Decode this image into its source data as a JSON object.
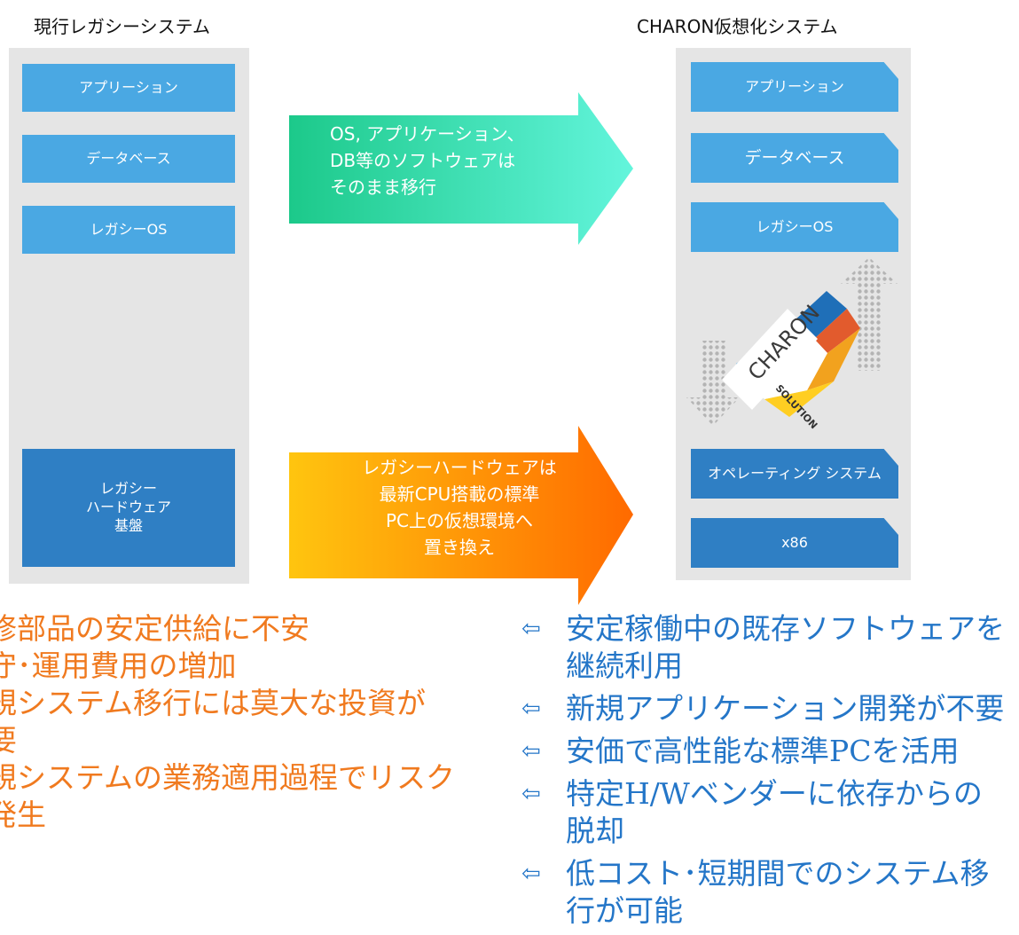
{
  "left_system": {
    "title": "現行レガシーシステム",
    "layers": {
      "application": "アプリーション",
      "database": "データベース",
      "legacy_os": "レガシーOS",
      "legacy_hw": "レガシー\nハードウェア\n基盤"
    }
  },
  "right_system": {
    "title": "CHARON仮想化システム",
    "layers": {
      "application": "アプリーション",
      "database": "データベース",
      "legacy_os": "レガシーOS",
      "operating_system": "オペレーティング システム",
      "x86": "x86"
    },
    "logo": {
      "main": "CHARON",
      "sub": "SOLUTION"
    }
  },
  "arrows": {
    "software": {
      "text": "OS, アプリケーション、\nDB等のソフトウェアは\nそのまま移行"
    },
    "hardware": {
      "text": "レガシーハードウェアは\n最新CPU搭載の標準\nPC上の仮想環境へ\n置き換え"
    }
  },
  "issues": [
    "修部品の安定供給に不安",
    "守･運用費用の増加",
    "規システム移行には莫大な投資が\n要",
    "規システムの業務適用過程でリスク\n発生"
  ],
  "benefits": {
    "bullet": "⇦",
    "items": [
      "安定稼働中の既存ソフトウェアを\n継続利用",
      "新規アプリケーション開発が不要",
      "安価で高性能な標準PCを活用",
      "特定H/Wベンダーに依存からの\n脱却",
      "低コスト･短期間でのシステム移\n行が可能"
    ]
  },
  "colors": {
    "layer_light": "#4aa8e3",
    "layer_dark": "#2f7fc4",
    "panel": "#e5e5e5",
    "issue_text": "#f07a1f",
    "benefit_text": "#2476c8",
    "arrow_green_start": "#1cc98a",
    "arrow_green_end": "#63f5dc",
    "arrow_orange_start": "#ffc50f",
    "arrow_orange_end": "#ff6a00"
  }
}
